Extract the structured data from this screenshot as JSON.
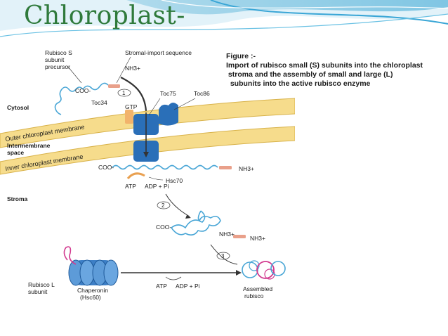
{
  "slide": {
    "title": "Chloroplast-"
  },
  "caption": {
    "line1": "Figure :-",
    "line2": "Import of rubisco small (S) subunits into the chloroplast",
    "line3": " stroma and the assembly of small and large (L)",
    "line4": "  subunits into the active rubisco enzyme"
  },
  "diagram": {
    "precursor_label_1": "Rubisco S",
    "precursor_label_2": "subunit",
    "precursor_label_3": "precursor",
    "signal_label": "Stromal-import sequence",
    "nh3_1": "NH3+",
    "coo_1": "COO-",
    "step1": "1",
    "toc34": "Toc34",
    "gtp": "GTP",
    "toc75": "Toc75",
    "toc86": "Toc86",
    "cytosol": "Cytosol",
    "outer_membrane": "Outer chloroplast membrane",
    "intermembrane_1": "Intermembrane",
    "intermembrane_2": "space",
    "inner_membrane": "Inner chloroplast membrane",
    "coo_2": "COO-",
    "nh3_2": "NH3+",
    "hsc70": "Hsc70",
    "atp_1": "ATP",
    "adp_1": "ADP + Pi",
    "stroma": "Stroma",
    "step2": "2",
    "coo_3": "COO-",
    "nh3_3a": "NH3+",
    "nh3_3b": "NH3+",
    "step3": "3",
    "large_label_1": "Rubisco L",
    "large_label_2": "subunit",
    "chaperonin_1": "Chaperonin",
    "chaperonin_2": "(Hsc60)",
    "atp_2": "ATP",
    "adp_2": "ADP + Pi",
    "assembled_1": "Assembled",
    "assembled_2": "rubisco"
  },
  "colors": {
    "title_green": "#2f7a3b",
    "membrane": "#f6dc8c",
    "membrane_edge": "#d8b24a",
    "channel_blue": "#2a6fb8",
    "chain_blue": "#49a6d6",
    "signal_peptide": "#e9a08a",
    "rubisco_pink": "#d23a8f"
  }
}
